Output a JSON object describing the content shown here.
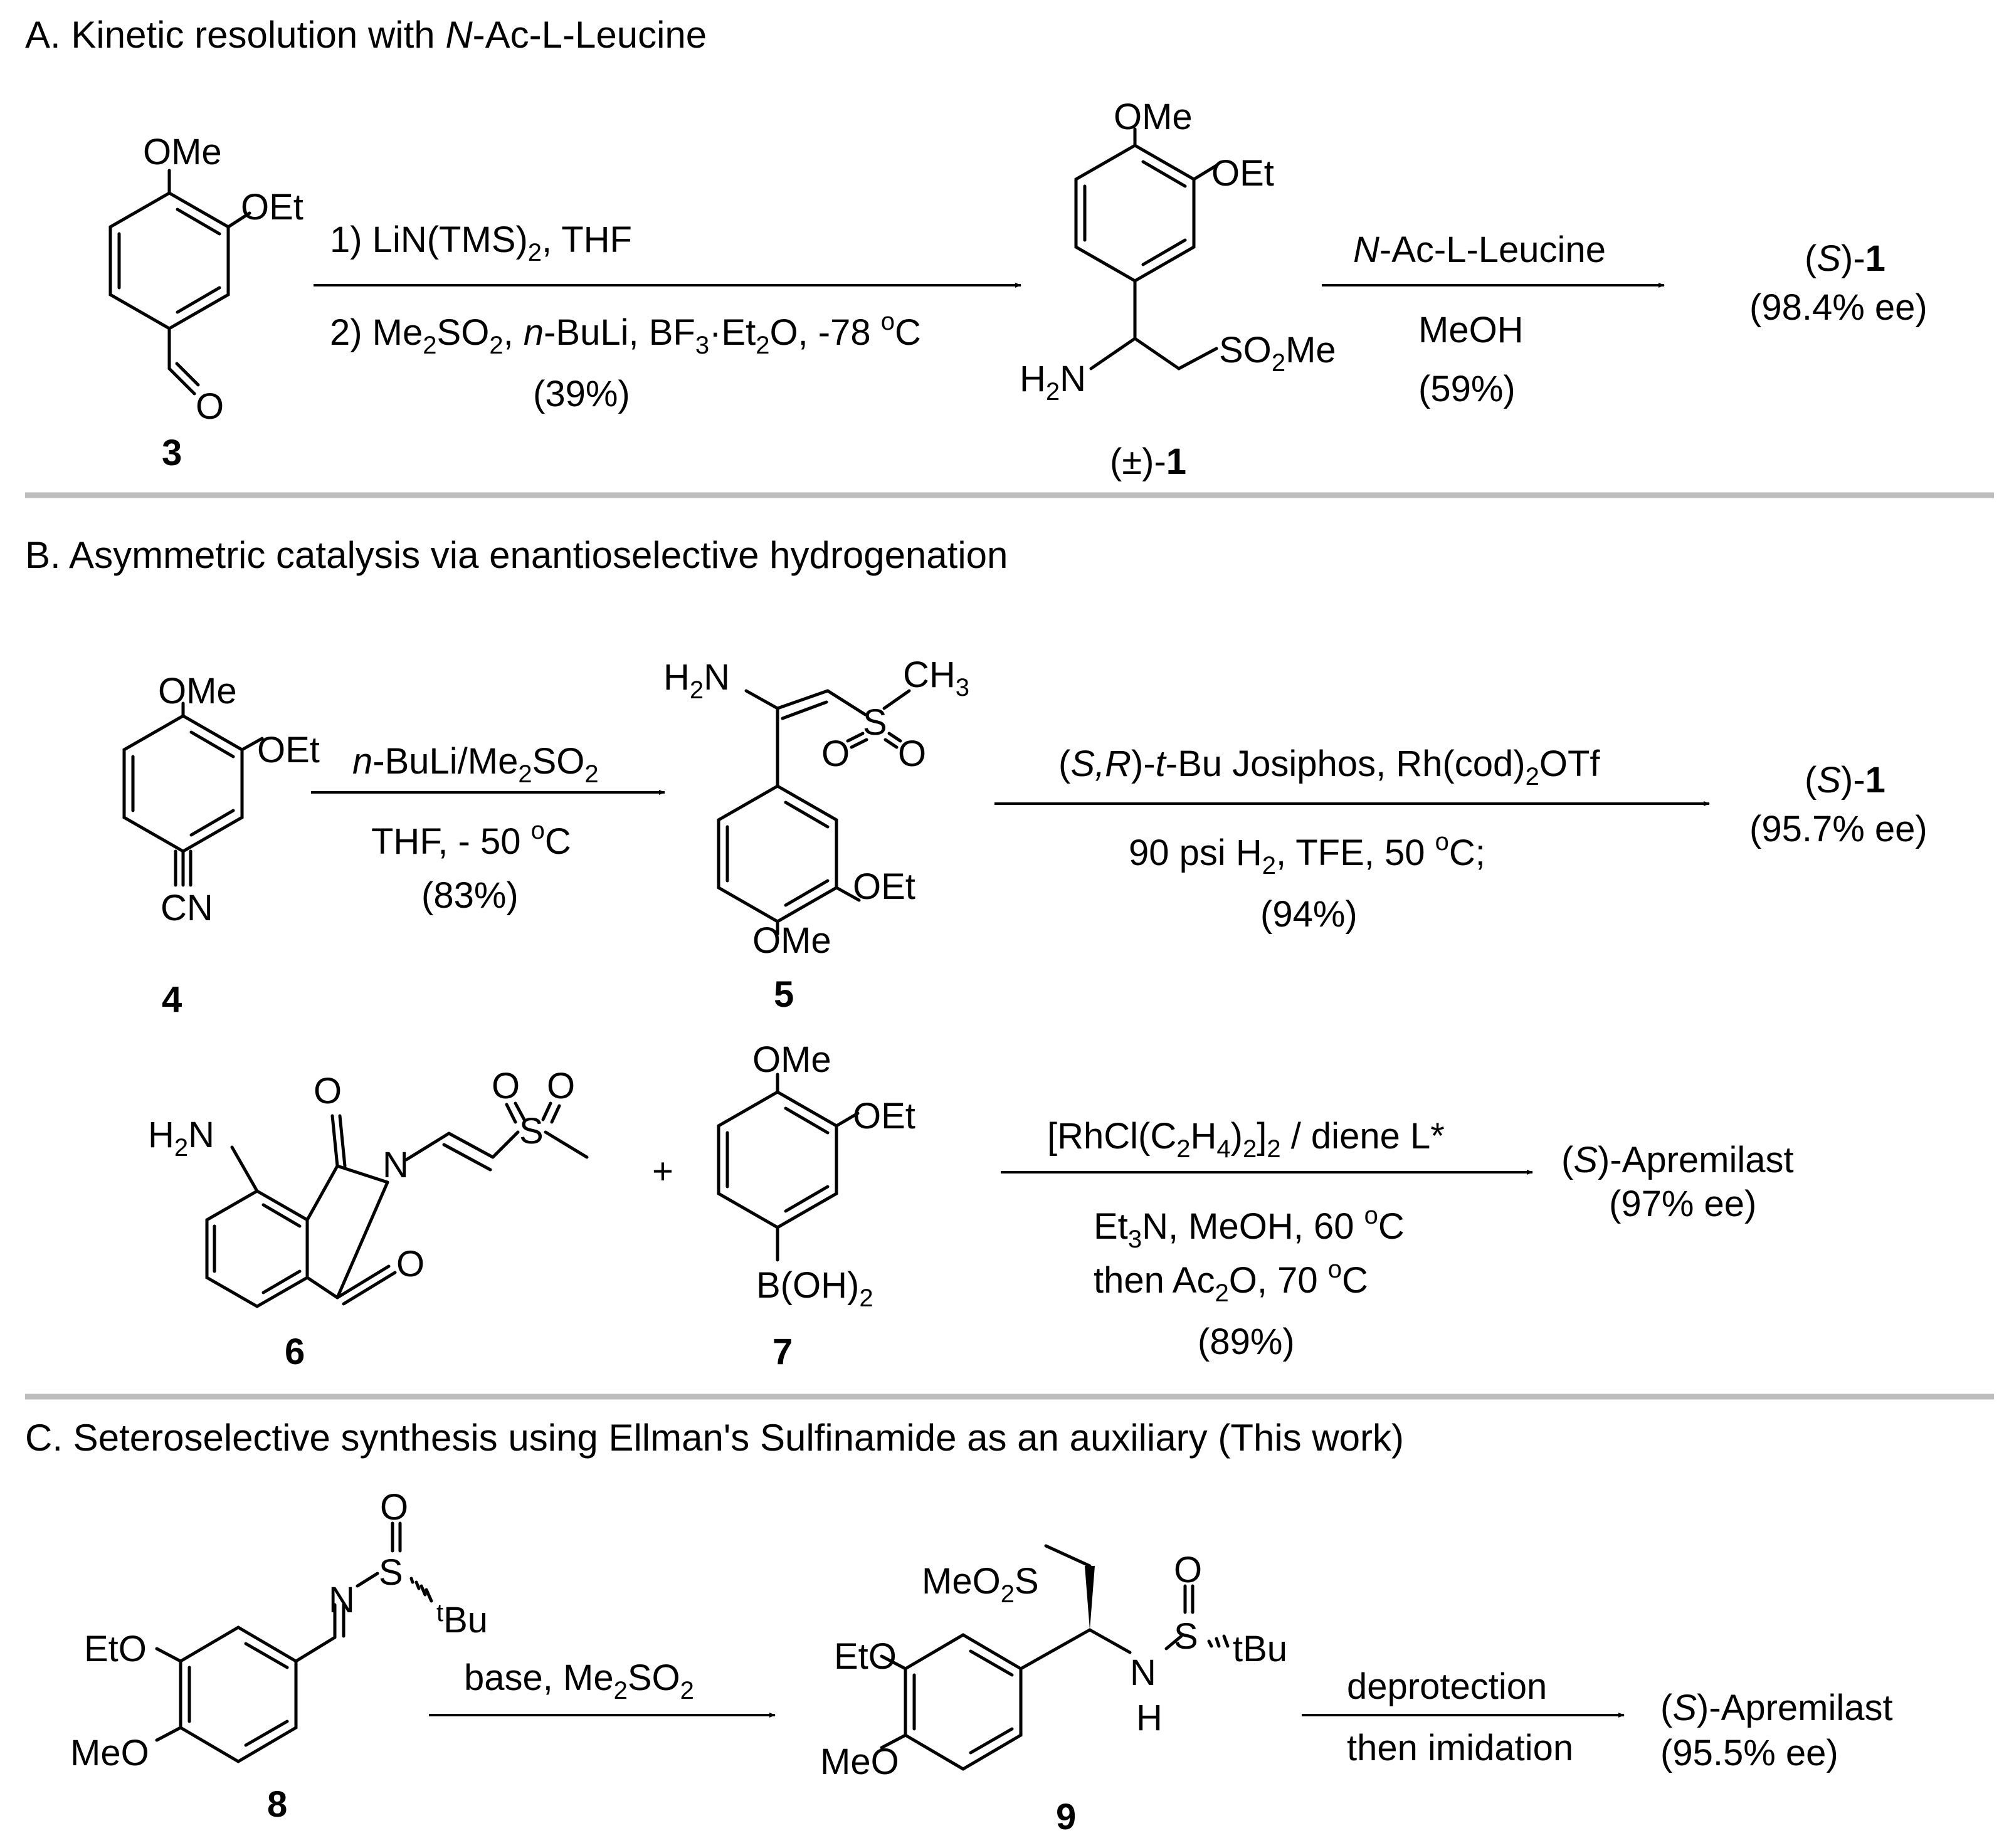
{
  "sections": {
    "a": {
      "letter": "A. Kinetic resolution with ",
      "italic": "N",
      "rest": "-Ac-L-Leucine"
    },
    "b": {
      "title": "B. Asymmetric catalysis via enantioselective hydrogenation"
    },
    "c": {
      "title": "C. Seteroselective synthesis using Ellman's Sulfinamide as an auxiliary (This work)"
    }
  },
  "compounds": {
    "c3": "3",
    "c1rac_pre": "(±)-",
    "c1": "1",
    "c4": "4",
    "c5": "5",
    "c6": "6",
    "c7": "7",
    "c8": "8",
    "c9": "9"
  },
  "groups": {
    "ome": "OMe",
    "oet": "OEt",
    "o": "O",
    "cn": "CN",
    "h2n_h": "H",
    "h2n_n": "N",
    "so2me_pre": "SO",
    "so2me_post": "Me",
    "two": "2",
    "three": "3",
    "ch": "CH",
    "s": "S",
    "n": "N",
    "h": "H",
    "b_oh": "B(OH)",
    "eto": "EtO",
    "meo": "MeO",
    "tbu_t": "t",
    "tbu": "Bu",
    "tbu_plain": "tBu",
    "meo2s_a": "MeO",
    "meo2s_b": "S"
  },
  "conditions": {
    "a1_1": "1) LiN(TMS)",
    "a1_1b": ", THF",
    "a1_2a": "2) Me",
    "a1_2b": "SO",
    "a1_2c": ", ",
    "a1_2d": "n",
    "a1_2e": "-BuLi, BF",
    "a1_2f": "·Et",
    "a1_2g": "O, -78 ",
    "a1_2h": "o",
    "a1_2i": "C",
    "a1_3": "(39%)",
    "a2_1a": "N",
    "a2_1b": "-Ac-L-Leucine",
    "a2_2": "MeOH",
    "a2_3": "(59%)",
    "b1_1a": "n",
    "b1_1b": "-BuLi/Me",
    "b1_1c": "SO",
    "b1_2a": "THF, - 50 ",
    "b1_2b": "C",
    "b1_3": "(83%)",
    "b2_1a": "(",
    "b2_1b": "S,R",
    "b2_1c": ")-",
    "b2_1d": "t",
    "b2_1e": "-Bu Josiphos, Rh(cod)",
    "b2_1f": "OTf",
    "b2_2a": "90 psi H",
    "b2_2b": ", TFE, 50 ",
    "b2_2c": "C;",
    "b2_3": "(94%)",
    "b3_1a": "[RhCl(C",
    "b3_1b": "H",
    "b3_1c": ")",
    "b3_1d": "]",
    "b3_1e": " / diene L*",
    "b3_2a": "Et",
    "b3_2b": "N, MeOH, 60 ",
    "b3_2c": "C",
    "b3_3a": "then Ac",
    "b3_3b": "O, 70 ",
    "b3_3c": "C",
    "b3_4": "(89%)",
    "c1_1a": "base, Me",
    "c1_1b": "SO",
    "c2_1": "deprotection",
    "c2_2": "then imidation",
    "four": "4",
    "plus": "+"
  },
  "products": {
    "s1_a": "(",
    "s1_b": "S",
    "s1_c": ")-",
    "s1_d": "1",
    "ee_a": "(98.4% ee)",
    "ee_b": "(95.7% ee)",
    "apr": ")-Apremilast",
    "ee_c": "(97% ee)",
    "ee_d": "(95.5% ee)"
  }
}
